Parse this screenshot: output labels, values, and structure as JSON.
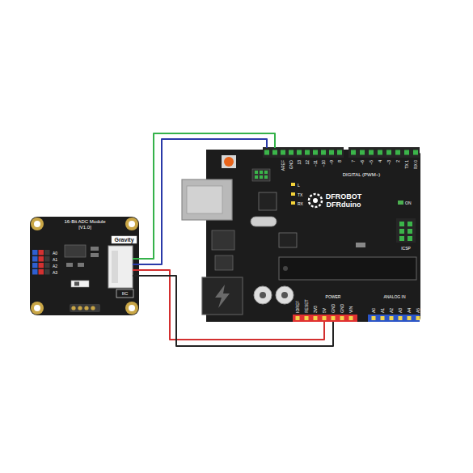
{
  "diagram": {
    "nodes": [
      {
        "text": [
          "16-Bit ADC Module [V1.0]"
        ]
      },
      {
        "text": [
          "DFROBOT DFRduino"
        ]
      }
    ],
    "edges": [
      {
        "from": 0,
        "to": 1,
        "arrow": "none"
      },
      {
        "from": 0,
        "to": 1,
        "arrow": "none"
      },
      {
        "from": 0,
        "to": 1,
        "arrow": "none"
      },
      {
        "from": 0,
        "to": 1,
        "arrow": "none"
      }
    ],
    "labels": [
      "Gravity",
      "IIC",
      "A0",
      "A1",
      "A2",
      "A3",
      "AREF",
      "GND",
      "13",
      "12",
      "~11",
      "~10",
      "~9",
      "8",
      "7",
      "~6",
      "~5",
      "4",
      "~3",
      "2",
      "TX 1",
      "RX 0",
      "DIGITAL (PWM~)",
      "L",
      "TX",
      "RX",
      "ON",
      "ICSP",
      "IOREF",
      "RESET",
      "3V3",
      "5V",
      "GND",
      "GND",
      "VIN",
      "POWER",
      "ANALOG IN",
      "A0",
      "A1",
      "A2",
      "A3",
      "A4",
      "A5"
    ]
  }
}
